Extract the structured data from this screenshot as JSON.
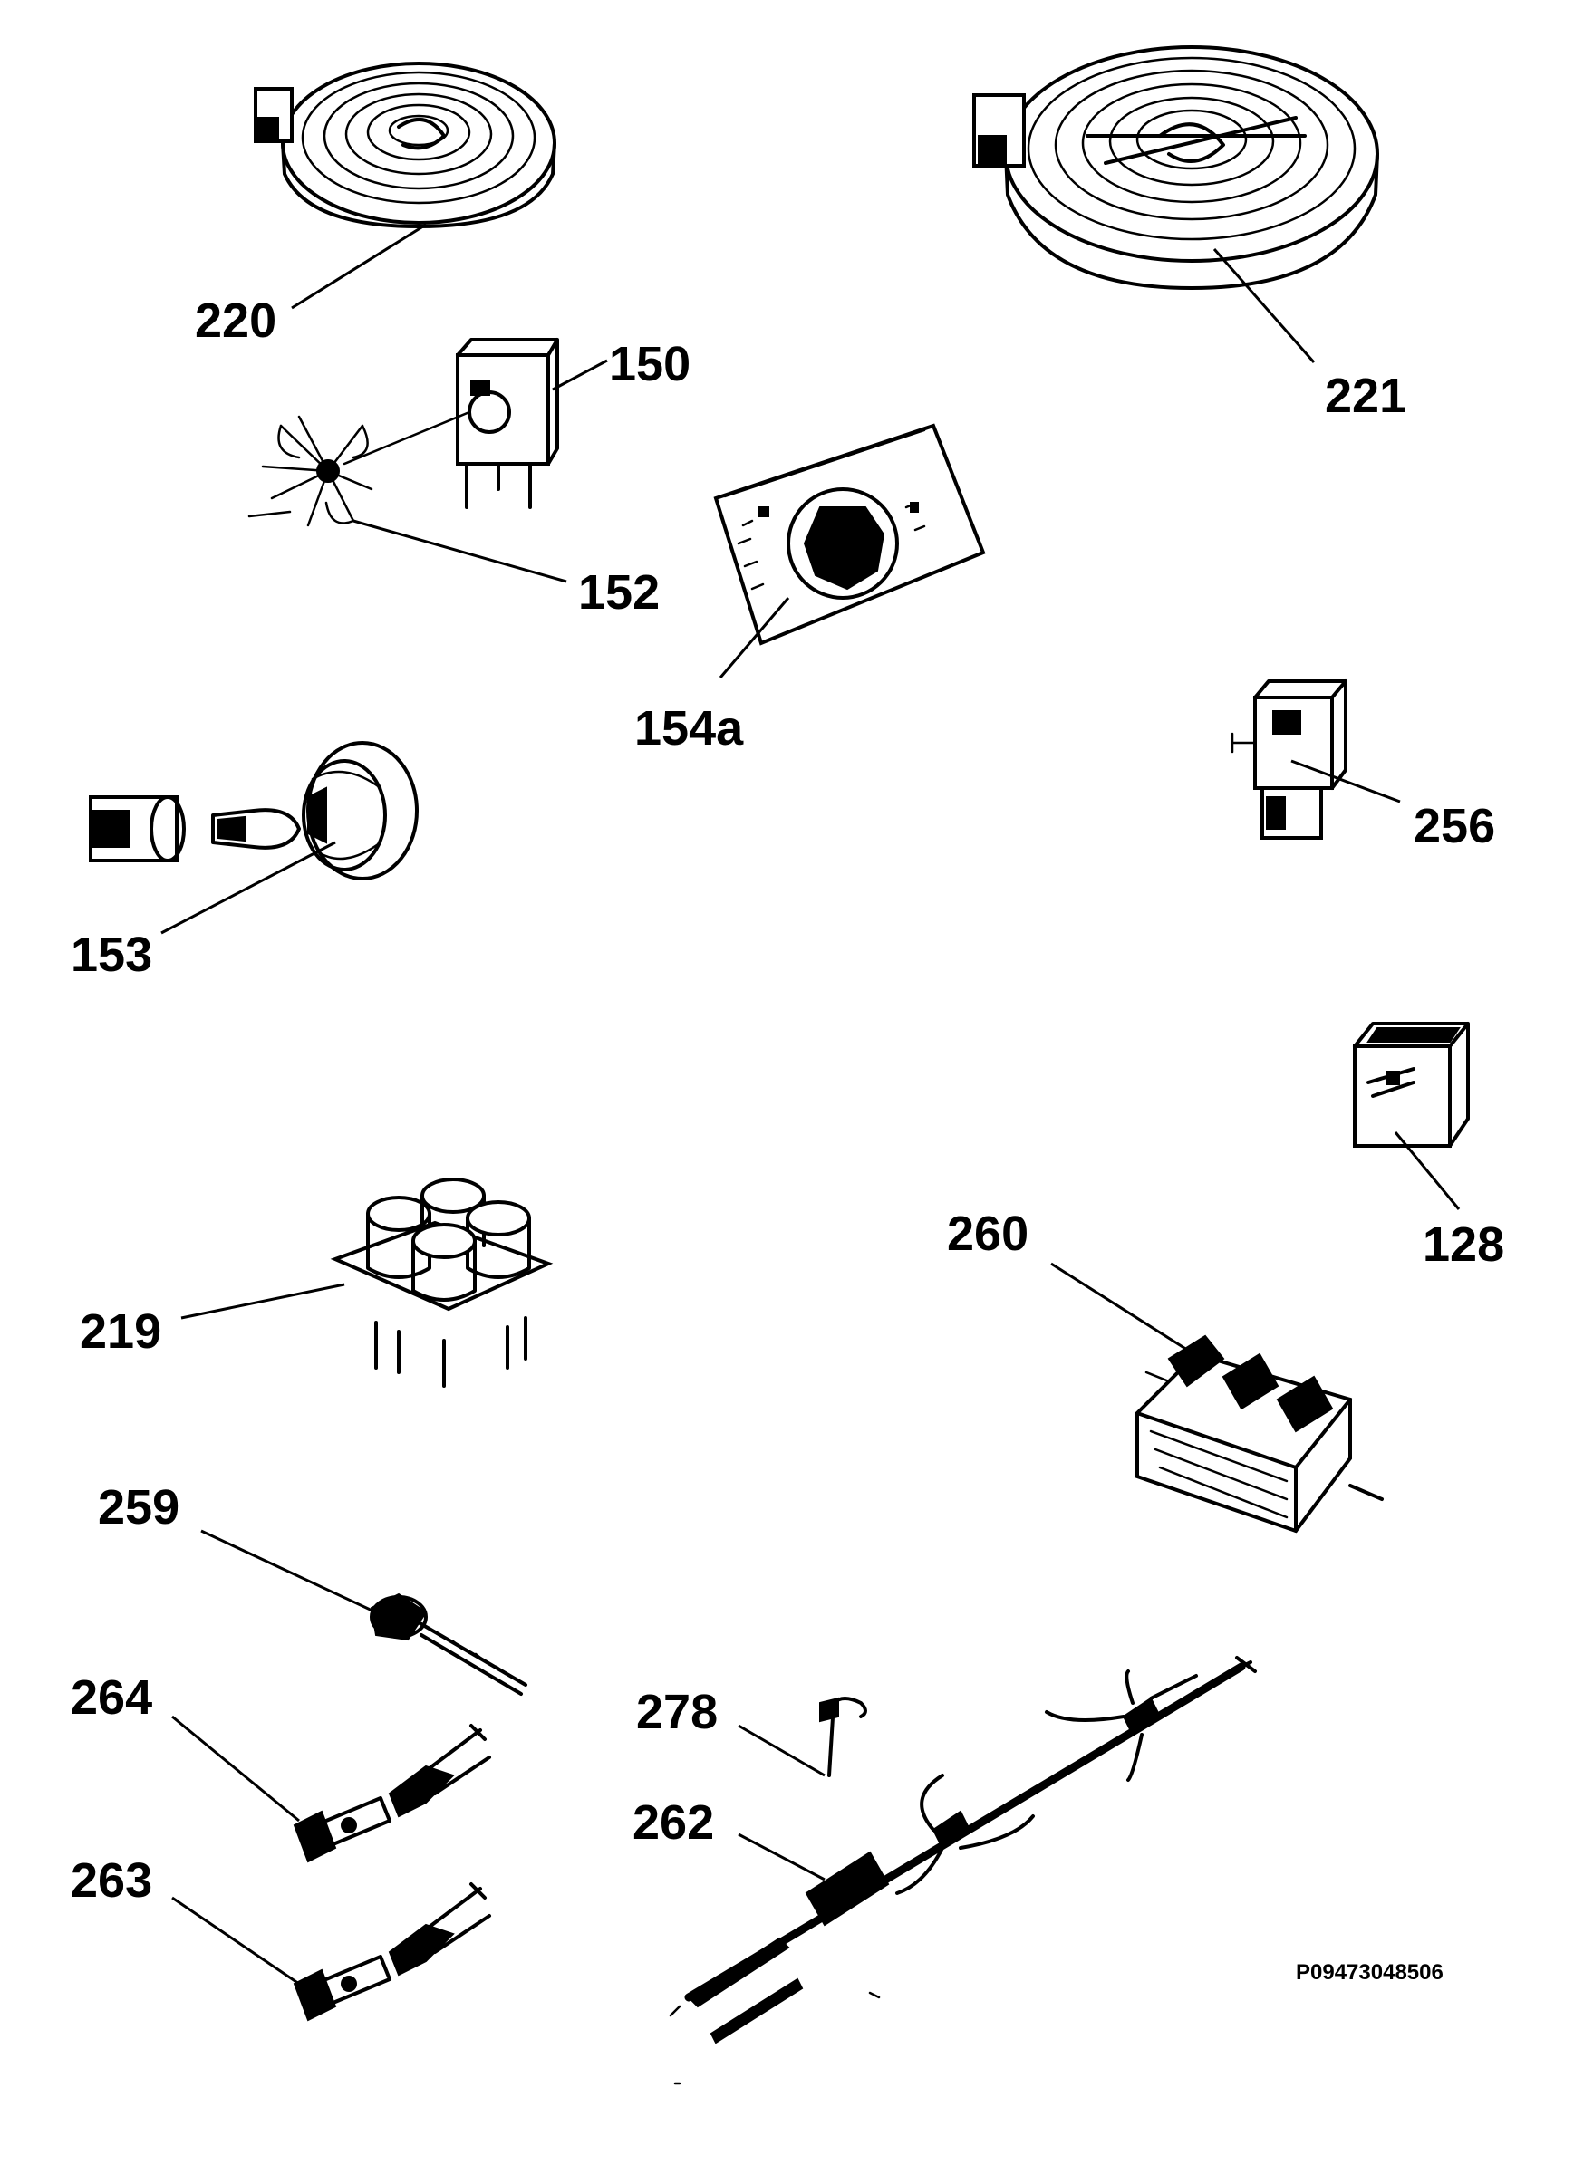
{
  "drawing_code": "P09473048506",
  "labels": {
    "l220": "220",
    "l221": "221",
    "l150": "150",
    "l152": "152",
    "l154a": "154a",
    "l256": "256",
    "l153": "153",
    "l128": "128",
    "l260": "260",
    "l219": "219",
    "l259": "259",
    "l278": "278",
    "l264": "264",
    "l262": "262",
    "l263": "263"
  }
}
